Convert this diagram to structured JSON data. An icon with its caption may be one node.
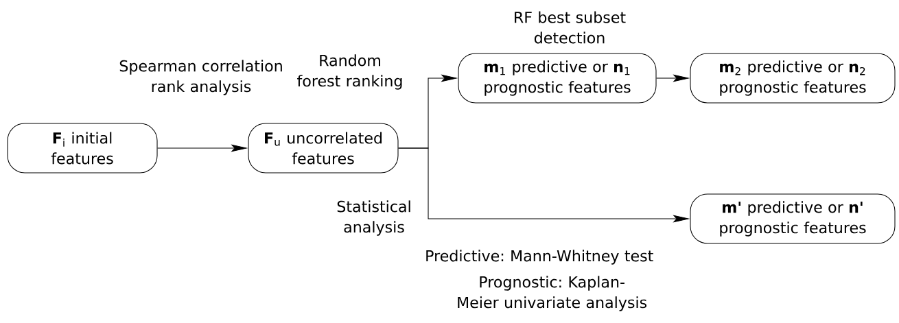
{
  "diagram": {
    "nodes": [
      {
        "text": [
          "**F**$_{i}$ initial features"
        ]
      },
      {
        "text": [
          "**F**$_{u}$ uncorrelated features"
        ]
      },
      {
        "text": [
          "**m**$_{1}$ predictive or **n**$_{1}$ prognostic features"
        ]
      },
      {
        "text": [
          "**m**$_{2}$ predictive or **n**$_{2}$ prognostic features"
        ]
      },
      {
        "text": [
          "**m'** predictive or **n'** prognostic features"
        ]
      }
    ],
    "edges": [
      {
        "from": 0,
        "to": 1,
        "arrow": "to",
        "label": "Spearman correlation rank analysis"
      },
      {
        "from": 1,
        "to": 2,
        "arrow": "to",
        "label": "Random forest ranking"
      },
      {
        "from": 1,
        "to": 4,
        "arrow": "to",
        "label": "Statistical analysis"
      },
      {
        "from": 2,
        "to": 3,
        "arrow": "to",
        "label": "RF best subset detection"
      }
    ],
    "labels": [
      "Predictive: Mann-Whitney test",
      "Prognostic: Kaplan-Meier univariate analysis"
    ]
  }
}
